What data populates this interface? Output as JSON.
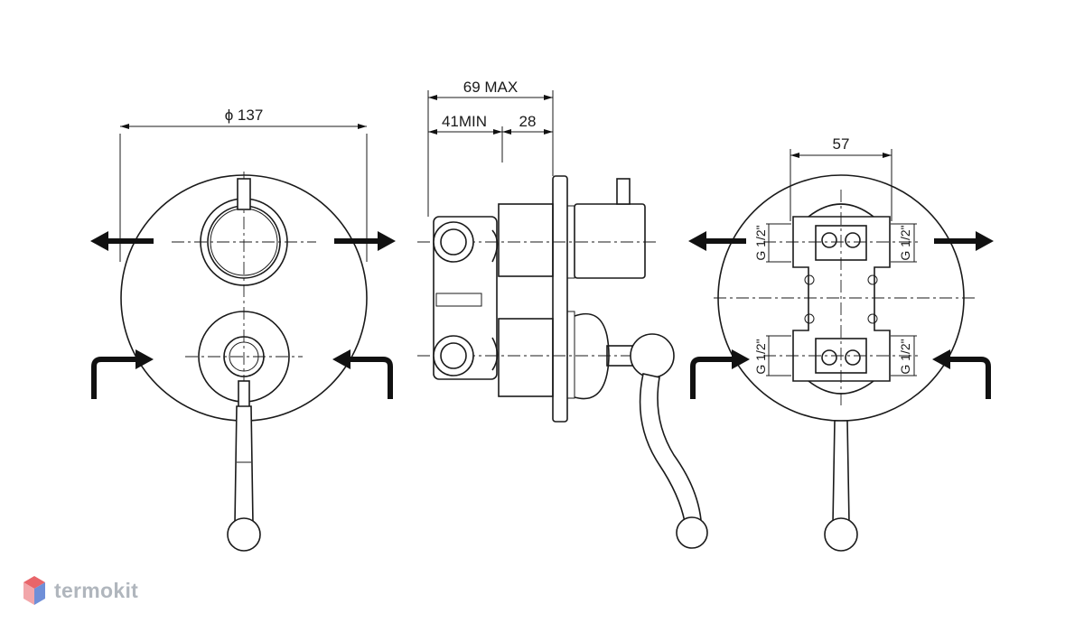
{
  "dimensions": {
    "diameter": "ϕ 137",
    "depth_max": "69 MAX",
    "depth_min": "41MIN",
    "offset": "28",
    "inlet_spacing": "57"
  },
  "thread_labels": {
    "top_left": "G 1/2\"",
    "top_right": "G 1/2\"",
    "bottom_left": "G 1/2\"",
    "bottom_right": "G 1/2\""
  },
  "brand": {
    "name": "termokit",
    "logo_colors": [
      "#e8656a",
      "#6f8fd8",
      "#f2a6aa"
    ]
  }
}
